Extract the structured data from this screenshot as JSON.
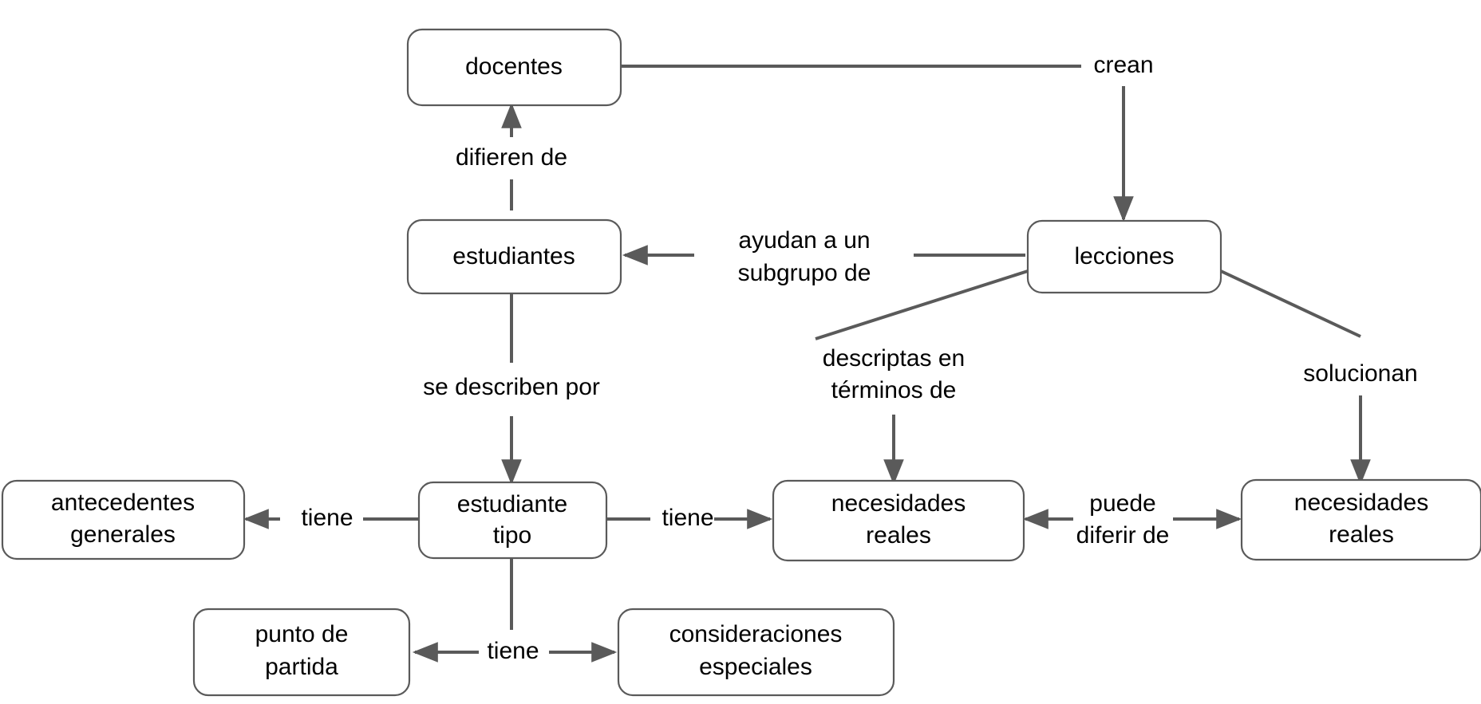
{
  "diagram": {
    "type": "concept-map",
    "language": "es",
    "background_color": "#ffffff",
    "node_fill": "#ffffff",
    "node_stroke": "#5a5a5a",
    "link_color": "#5a5a5a",
    "text_color": "#000000",
    "nodes": [
      {
        "id": "docentes",
        "label": "docentes",
        "line1": "docentes",
        "line2": ""
      },
      {
        "id": "estudiantes",
        "label": "estudiantes",
        "line1": "estudiantes",
        "line2": ""
      },
      {
        "id": "lecciones",
        "label": "lecciones",
        "line1": "lecciones",
        "line2": ""
      },
      {
        "id": "estudiante-tipo",
        "label": "estudiante tipo",
        "line1": "estudiante",
        "line2": "tipo"
      },
      {
        "id": "antecedentes-generales",
        "label": "antecedentes generales",
        "line1": "antecedentes",
        "line2": "generales"
      },
      {
        "id": "necesidades-reales-1",
        "label": "necesidades reales",
        "line1": "necesidades",
        "line2": "reales"
      },
      {
        "id": "necesidades-reales-2",
        "label": "necesidades reales",
        "line1": "necesidades",
        "line2": "reales"
      },
      {
        "id": "punto-de-partida",
        "label": "punto de partida",
        "line1": "punto de",
        "line2": "partida"
      },
      {
        "id": "consideraciones-especiales",
        "label": "consideraciones especiales",
        "line1": "consideraciones",
        "line2": "especiales"
      }
    ],
    "edges": [
      {
        "id": "e1",
        "from": "estudiantes",
        "to": "docentes",
        "label": "difieren de",
        "line1": "difieren de",
        "line2": ""
      },
      {
        "id": "e2",
        "from": "docentes",
        "to": "lecciones",
        "label": "crean",
        "line1": "crean",
        "line2": ""
      },
      {
        "id": "e3",
        "from": "lecciones",
        "to": "estudiantes",
        "label": "ayudan a un subgrupo de",
        "line1": "ayudan a un",
        "line2": "subgrupo de"
      },
      {
        "id": "e4",
        "from": "estudiantes",
        "to": "estudiante-tipo",
        "label": "se describen por",
        "line1": "se describen por",
        "line2": ""
      },
      {
        "id": "e5",
        "from": "lecciones",
        "to": "necesidades-reales-1",
        "label": "descriptas en términos de",
        "line1": "descriptas en",
        "line2": "términos de"
      },
      {
        "id": "e6",
        "from": "lecciones",
        "to": "necesidades-reales-2",
        "label": "solucionan",
        "line1": "solucionan",
        "line2": ""
      },
      {
        "id": "e7",
        "from": "estudiante-tipo",
        "to": "antecedentes-generales",
        "label": "tiene",
        "line1": "tiene",
        "line2": ""
      },
      {
        "id": "e8",
        "from": "estudiante-tipo",
        "to": "necesidades-reales-1",
        "label": "tiene",
        "line1": "tiene",
        "line2": ""
      },
      {
        "id": "e9",
        "from": "necesidades-reales-2",
        "to": "necesidades-reales-1",
        "label": "puede diferir de",
        "line1": "puede",
        "line2": "diferir de"
      },
      {
        "id": "e10",
        "from": "estudiante-tipo",
        "to": "punto-de-partida",
        "label": "tiene",
        "line1": "tiene",
        "line2": ""
      },
      {
        "id": "e11",
        "from": "estudiante-tipo",
        "to": "consideraciones-especiales",
        "label": "tiene",
        "line1": "tiene",
        "line2": ""
      }
    ]
  }
}
